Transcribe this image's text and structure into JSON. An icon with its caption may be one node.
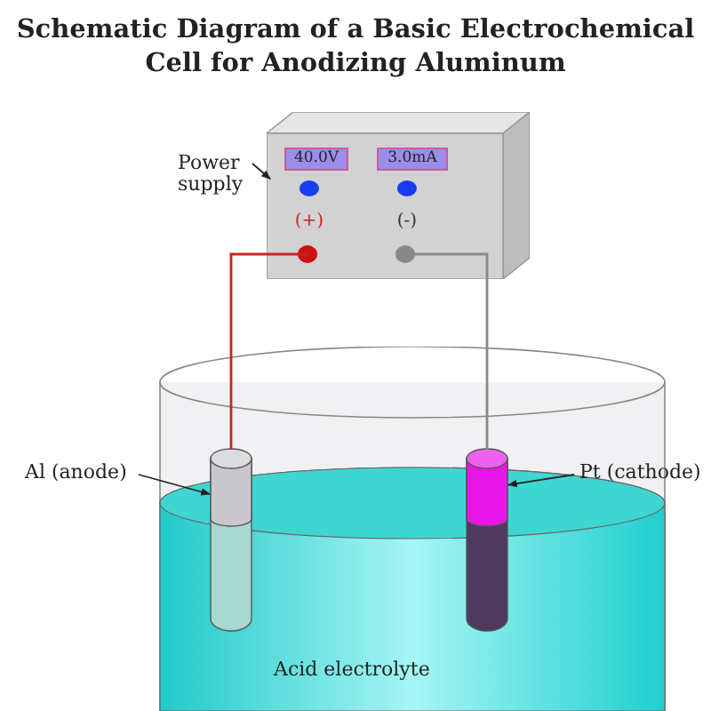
{
  "diagram": {
    "title": "Schematic Diagram of a Basic Electrochemical Cell for Anodizing Aluminum",
    "nodes": [
      {
        "text": [
          "Power supply"
        ]
      },
      {
        "text": [
          "40.0V",
          "3.0mA",
          "(+)",
          "(-)"
        ]
      },
      {
        "text": [],
        "shape": "circle",
        "in": 1
      },
      {
        "text": [],
        "shape": "circle",
        "in": 1
      },
      {
        "text": [
          "Acid electrolyte"
        ]
      },
      {
        "text": [],
        "shape": "cylinder",
        "in": 4
      },
      {
        "text": [],
        "shape": "cylinder",
        "in": 4
      },
      {
        "text": [
          "Al (anode)"
        ]
      },
      {
        "text": [
          "Pt (cathode)"
        ]
      }
    ],
    "edges": [
      {
        "from": 0,
        "to": 1,
        "arrow": "to"
      },
      {
        "from": 2,
        "to": 5,
        "arrow": "none",
        "color": "#cc2222"
      },
      {
        "from": 3,
        "to": 6,
        "arrow": "none",
        "color": "#888888"
      },
      {
        "from": 7,
        "to": 5,
        "arrow": "to"
      },
      {
        "from": 8,
        "to": 6,
        "arrow": "to"
      }
    ]
  }
}
